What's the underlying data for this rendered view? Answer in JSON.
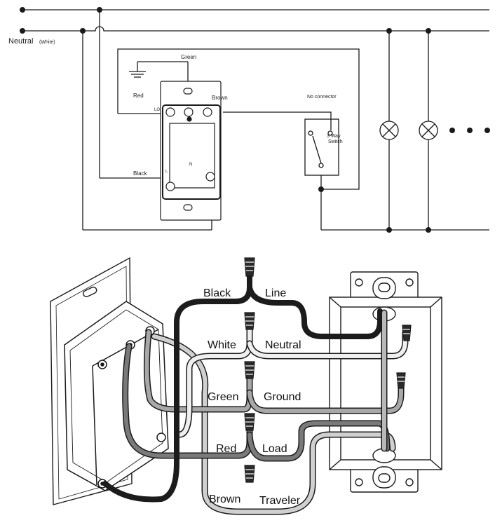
{
  "schematic": {
    "neutral_label": "Neutral",
    "neutral_sub": "(White)",
    "green_label": "Green",
    "red_label": "Red",
    "brown_label": "Brown",
    "black_label": "Black",
    "no_connector_label": "No connector",
    "three_way_label": "3 Way",
    "switch_label": "Switch",
    "terminal_l_label": "L",
    "terminal_n_label": "N",
    "terminal_lo_label": "LO"
  },
  "wiring": {
    "black_label": "Black",
    "line_label": "Line",
    "white_label": "White",
    "neutral_label": "Neutral",
    "green_label": "Green",
    "ground_label": "Ground",
    "red_label": "Red",
    "load_label": "Load",
    "brown_label": "Brown",
    "traveler_label": "Traveler"
  },
  "colors": {
    "line": "#1a1a1a",
    "black_wire": "#1c1c1c",
    "white_wire": "#e6e6e6",
    "green_wire": "#a8a8a8",
    "red_wire": "#7a7a7a",
    "brown_wire": "#c9c9c9"
  }
}
